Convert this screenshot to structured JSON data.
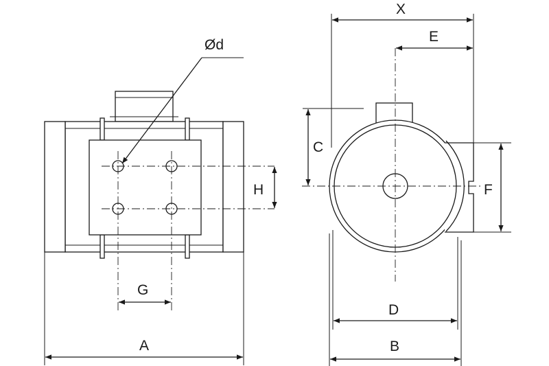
{
  "labels": {
    "A": "A",
    "B": "B",
    "C": "C",
    "D": "D",
    "E": "E",
    "F": "F",
    "G": "G",
    "H": "H",
    "X": "X",
    "d": "Ød"
  },
  "colors": {
    "line": "#1a1a1a",
    "background": "#ffffff"
  }
}
